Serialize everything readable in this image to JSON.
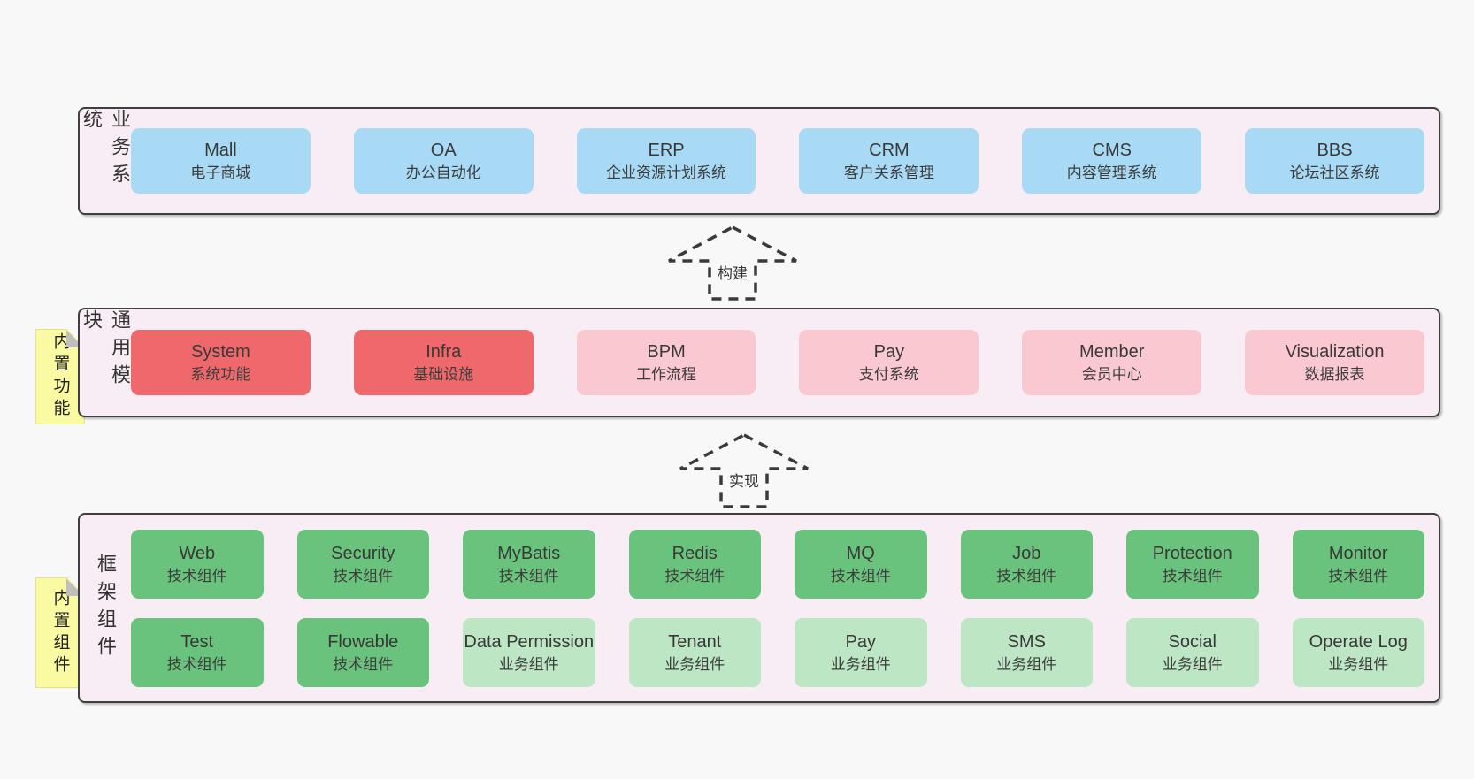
{
  "colors": {
    "page_bg": "#f8f8f8",
    "container_bg": "#f8edf4",
    "container_border": "#3f3f3f",
    "blue_box": "#a9daf5",
    "red_box": "#ef686b",
    "pink_box": "#fac8d1",
    "green_box": "#69c37d",
    "light_green_box": "#bde6c4",
    "sticky_note": "#fafaa2",
    "note_fold": "#bfbfbf",
    "text": "#3a3a3a"
  },
  "arrows": {
    "build": {
      "label": "构建"
    },
    "implement": {
      "label": "实现"
    }
  },
  "notes": {
    "modules": {
      "text": "内置功能"
    },
    "components": {
      "text": "内置组件"
    }
  },
  "layers": {
    "business": {
      "label": "业务系统",
      "boxes": [
        {
          "title": "Mall",
          "subtitle": "电子商城"
        },
        {
          "title": "OA",
          "subtitle": "办公自动化"
        },
        {
          "title": "ERP",
          "subtitle": "企业资源计划系统"
        },
        {
          "title": "CRM",
          "subtitle": "客户关系管理"
        },
        {
          "title": "CMS",
          "subtitle": "内容管理系统"
        },
        {
          "title": "BBS",
          "subtitle": "论坛社区系统"
        }
      ]
    },
    "modules": {
      "label": "通用模块",
      "boxes": [
        {
          "title": "System",
          "subtitle": "系统功能"
        },
        {
          "title": "Infra",
          "subtitle": "基础设施"
        },
        {
          "title": "BPM",
          "subtitle": "工作流程"
        },
        {
          "title": "Pay",
          "subtitle": "支付系统"
        },
        {
          "title": "Member",
          "subtitle": "会员中心"
        },
        {
          "title": "Visualization",
          "subtitle": "数据报表"
        }
      ]
    },
    "components": {
      "label": "框架组件",
      "rows": [
        [
          {
            "title": "Web",
            "subtitle": "技术组件"
          },
          {
            "title": "Security",
            "subtitle": "技术组件"
          },
          {
            "title": "MyBatis",
            "subtitle": "技术组件"
          },
          {
            "title": "Redis",
            "subtitle": "技术组件"
          },
          {
            "title": "MQ",
            "subtitle": "技术组件"
          },
          {
            "title": "Job",
            "subtitle": "技术组件"
          },
          {
            "title": "Protection",
            "subtitle": "技术组件"
          },
          {
            "title": "Monitor",
            "subtitle": "技术组件"
          }
        ],
        [
          {
            "title": "Test",
            "subtitle": "技术组件"
          },
          {
            "title": "Flowable",
            "subtitle": "技术组件"
          },
          {
            "title": "Data Permission",
            "subtitle": "业务组件"
          },
          {
            "title": "Tenant",
            "subtitle": "业务组件"
          },
          {
            "title": "Pay",
            "subtitle": "业务组件"
          },
          {
            "title": "SMS",
            "subtitle": "业务组件"
          },
          {
            "title": "Social",
            "subtitle": "业务组件"
          },
          {
            "title": "Operate Log",
            "subtitle": "业务组件"
          }
        ]
      ]
    }
  }
}
